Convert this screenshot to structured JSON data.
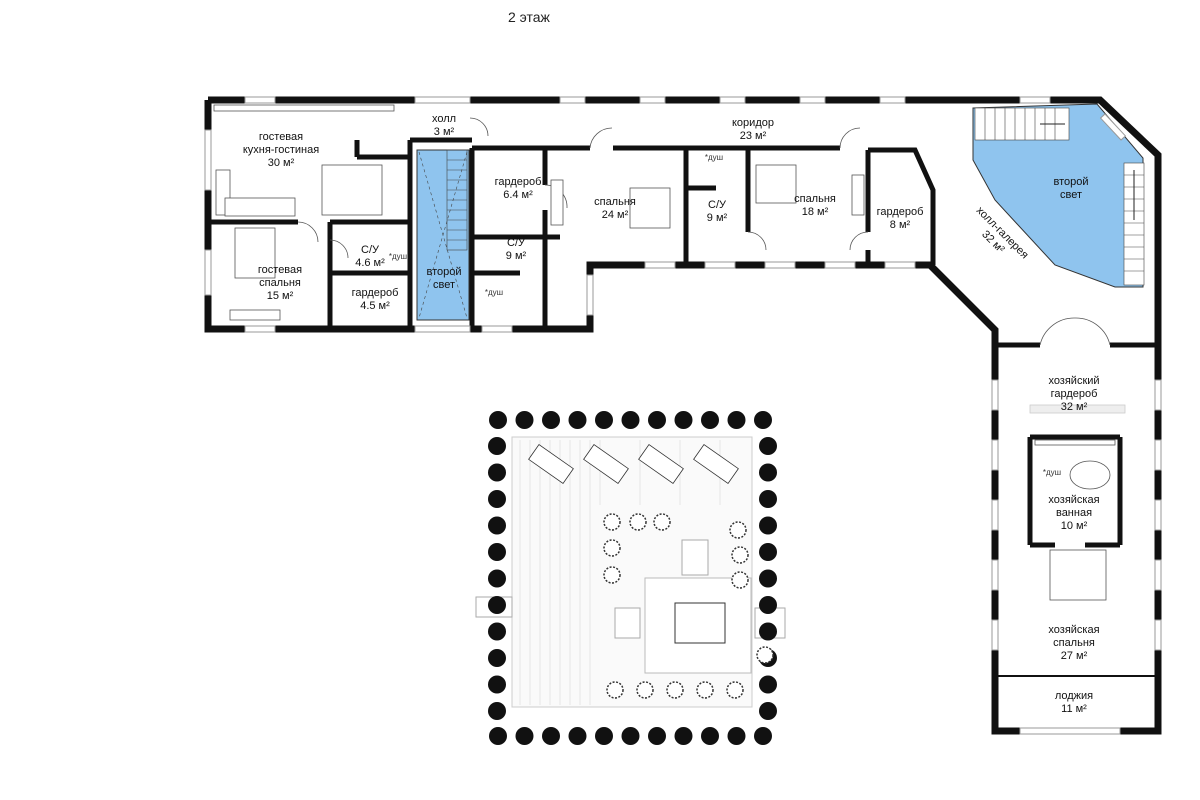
{
  "floor_title": "2 этаж",
  "colors": {
    "wall": "#111111",
    "second_light": "#8fc4ee",
    "window": "#bfbfbf",
    "tree": "#111111"
  },
  "rooms": {
    "guest_kitchen": {
      "name": "гостевая\nкухня-гостиная",
      "area": "30 м²"
    },
    "hall": {
      "name": "холл",
      "area": "3 м²"
    },
    "corridor": {
      "name": "коридор",
      "area": "23 м²"
    },
    "wardrobe_64": {
      "name": "гардероб",
      "area": "6.4 м²"
    },
    "bedroom_24": {
      "name": "спальня",
      "area": "24 м²"
    },
    "bath_9a": {
      "name": "С/У",
      "area": "9 м²"
    },
    "bath_9b": {
      "name": "С/У",
      "area": "9 м²"
    },
    "bedroom_18": {
      "name": "спальня",
      "area": "18 м²"
    },
    "wardrobe_8": {
      "name": "гардероб",
      "area": "8 м²"
    },
    "guest_bath": {
      "name": "С/У",
      "area": "4.6 м²"
    },
    "guest_bedroom": {
      "name": "гостевая\nспальня",
      "area": "15 м²"
    },
    "wardrobe_45": {
      "name": "гардероб",
      "area": "4.5 м²"
    },
    "second_light_left": {
      "name": "второй\nсвет"
    },
    "second_light_right": {
      "name": "второй\nсвет"
    },
    "gallery": {
      "name": "холл-галерея",
      "area": "32 м²"
    },
    "master_wardrobe": {
      "name": "хозяйский\nгардероб",
      "area": "32 м²"
    },
    "master_bath": {
      "name": "хозяйская\nванная",
      "area": "10 м²"
    },
    "master_bedroom": {
      "name": "хозяйская\nспальня",
      "area": "27 м²"
    },
    "loggia": {
      "name": "лоджия",
      "area": "11 м²"
    }
  },
  "shower_label": "*душ"
}
